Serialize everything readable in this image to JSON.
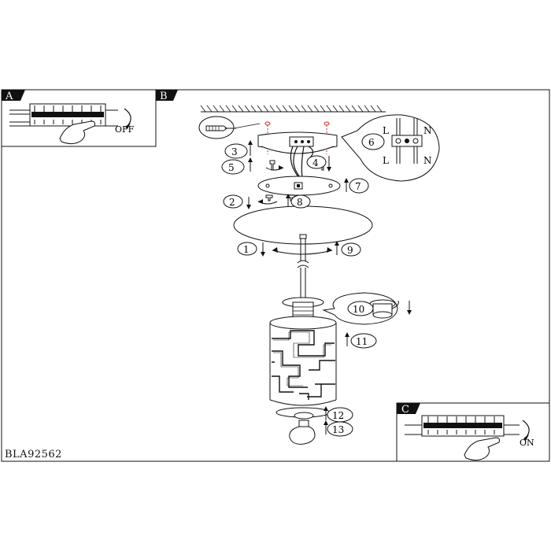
{
  "panels": {
    "a": {
      "letter": "A",
      "switch_text": "OFF"
    },
    "b": {
      "letter": "B"
    },
    "c": {
      "letter": "C",
      "switch_text": "ON"
    }
  },
  "terminal": {
    "left": "L",
    "right": "N"
  },
  "steps": [
    "1",
    "2",
    "3",
    "4",
    "5",
    "6",
    "7",
    "8",
    "9",
    "10",
    "11",
    "12",
    "13"
  ],
  "product_code": "BLA92562"
}
